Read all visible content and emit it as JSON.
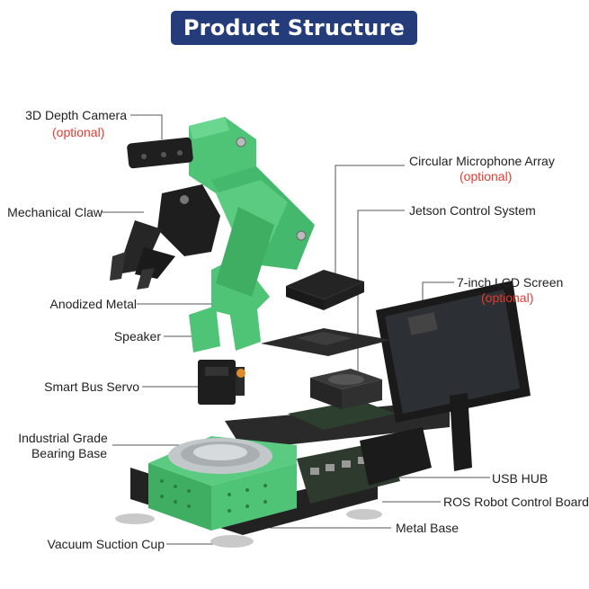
{
  "title": "Product Structure",
  "labels": {
    "depth_camera": "3D Depth Camera",
    "depth_camera_note": "(optional)",
    "claw": "Mechanical Claw",
    "anodized": "Anodized Metal",
    "speaker": "Speaker",
    "servo": "Smart Bus Servo",
    "bearing_1": "Industrial Grade",
    "bearing_2": "Bearing Base",
    "suction": "Vacuum Suction Cup",
    "mic_array": "Circular Microphone Array",
    "mic_array_note": "(optional)",
    "jetson": "Jetson Control System",
    "lcd": "7-inch LCD Screen",
    "lcd_note": "(optional)",
    "usb_hub": "USB HUB",
    "ros_board": "ROS Robot Control Board",
    "metal_base": "Metal Base"
  },
  "colors": {
    "title_bg": "#243d7a",
    "optional_text": "#e53a2f",
    "arm_green": "#4fc477",
    "metal_black": "#1e1e1e"
  }
}
